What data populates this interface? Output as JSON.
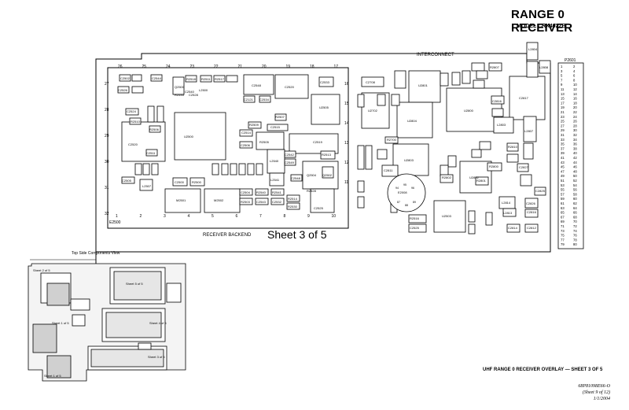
{
  "header": {
    "title": "RANGE 0 RECEIVER",
    "model": "MODEL CRX4022B"
  },
  "regions": {
    "interconnect": "INTERCONNECT",
    "receiver_backend": "RECEIVER BACKEND",
    "sheet_label": "Sheet 3 of 5",
    "connector": "P2601",
    "backend_connector": "E2500",
    "top_view": "Top Side Components View"
  },
  "footer": {
    "overlay_caption": "UHF RANGE 0 RECEIVER OVERLAY — SHEET 3 OF 5",
    "doc_number": "68P81098E66-O",
    "sheet_of": "(Sheet 9 of 12)",
    "date": "1/1/2004"
  },
  "pin_numbers_top": [
    "26",
    "25",
    "24",
    "23",
    "22",
    "21",
    "20",
    "19",
    "18",
    "17"
  ],
  "pin_numbers_left": [
    "27",
    "28",
    "29",
    "30",
    "31",
    "32"
  ],
  "pin_numbers_right": [
    "16",
    "15",
    "14",
    "13",
    "12",
    "11"
  ],
  "pin_numbers_bottom": [
    "1",
    "2",
    "3",
    "4",
    "5",
    "6",
    "7",
    "8",
    "9",
    "10"
  ],
  "backend_components": [
    "C2502",
    "C2544",
    "R2518",
    "R2511",
    "C2540",
    "C2548",
    "C2520",
    "C2533",
    "R2527",
    "C2526",
    "Q2500",
    "L2500",
    "R2533",
    "C2528",
    "C2121",
    "C2534",
    "U2505",
    "C2524",
    "U2500",
    "C2518",
    "C2517",
    "R2510",
    "R2506",
    "R2509",
    "C2515",
    "C2516",
    "C2506",
    "C2514",
    "R2507",
    "C2520",
    "C2511",
    "C2512",
    "C2510",
    "R2501",
    "C2505",
    "L2507",
    "C2500",
    "R2500",
    "M2501",
    "M2502",
    "C2504",
    "R2503",
    "R2502",
    "C2543",
    "C2532",
    "C2541",
    "L2540",
    "L2541",
    "C2542",
    "C2549",
    "R2514",
    "R2530",
    "C2529",
    "C2525",
    "R2513",
    "Q2504",
    "Q2502",
    "C2531",
    "C2530",
    "R2519",
    "R2521",
    "R2526"
  ],
  "interconnect_components": [
    "C2708",
    "C2804",
    "U2801",
    "R2807",
    "R2805",
    "R2806",
    "C2802",
    "C2801",
    "C2800",
    "U2702",
    "U2804",
    "U2800",
    "C2816",
    "C2817",
    "L2803",
    "L2807",
    "C2808",
    "R2700",
    "U2803",
    "C2811",
    "L2806",
    "C2809",
    "R2810",
    "U2802",
    "R2809",
    "C2803",
    "C2807",
    "E2008",
    "R2802",
    "R2801",
    "R2808",
    "C2825",
    "C2824",
    "C2823",
    "L2814",
    "L2813",
    "C2814",
    "U2503",
    "R2516",
    "C2515",
    "C2526",
    "C2515",
    "C2812",
    "L2808",
    "L2804",
    "C2805"
  ],
  "connector_pins_left": [
    "1",
    "3",
    "5",
    "7",
    "9",
    "11",
    "13",
    "15",
    "17",
    "19",
    "21",
    "23",
    "25",
    "27",
    "29",
    "31",
    "33",
    "35",
    "37",
    "39",
    "41",
    "43",
    "45",
    "47",
    "49",
    "51",
    "53",
    "55",
    "57",
    "59",
    "61",
    "63",
    "65",
    "67",
    "69",
    "71",
    "73",
    "75",
    "77",
    "79"
  ],
  "connector_pins_right": [
    "2",
    "4",
    "6",
    "8",
    "10",
    "12",
    "14",
    "16",
    "18",
    "20",
    "22",
    "24",
    "26",
    "28",
    "30",
    "32",
    "34",
    "36",
    "38",
    "40",
    "42",
    "44",
    "46",
    "48",
    "50",
    "52",
    "54",
    "56",
    "58",
    "60",
    "62",
    "64",
    "66",
    "68",
    "70",
    "72",
    "74",
    "76",
    "78",
    "80"
  ],
  "mini_sheets": [
    "Sheet 1 of 5",
    "Sheet 2 of 5",
    "Sheet 3 of 5",
    "Sheet 4 of 5",
    "Sheet 5 of 5",
    "Sheet 1 of 5"
  ],
  "colors": {
    "ink": "#000000",
    "paper": "#ffffff",
    "shadow": "#bdbdbd",
    "fill": "#e6e6e6"
  }
}
